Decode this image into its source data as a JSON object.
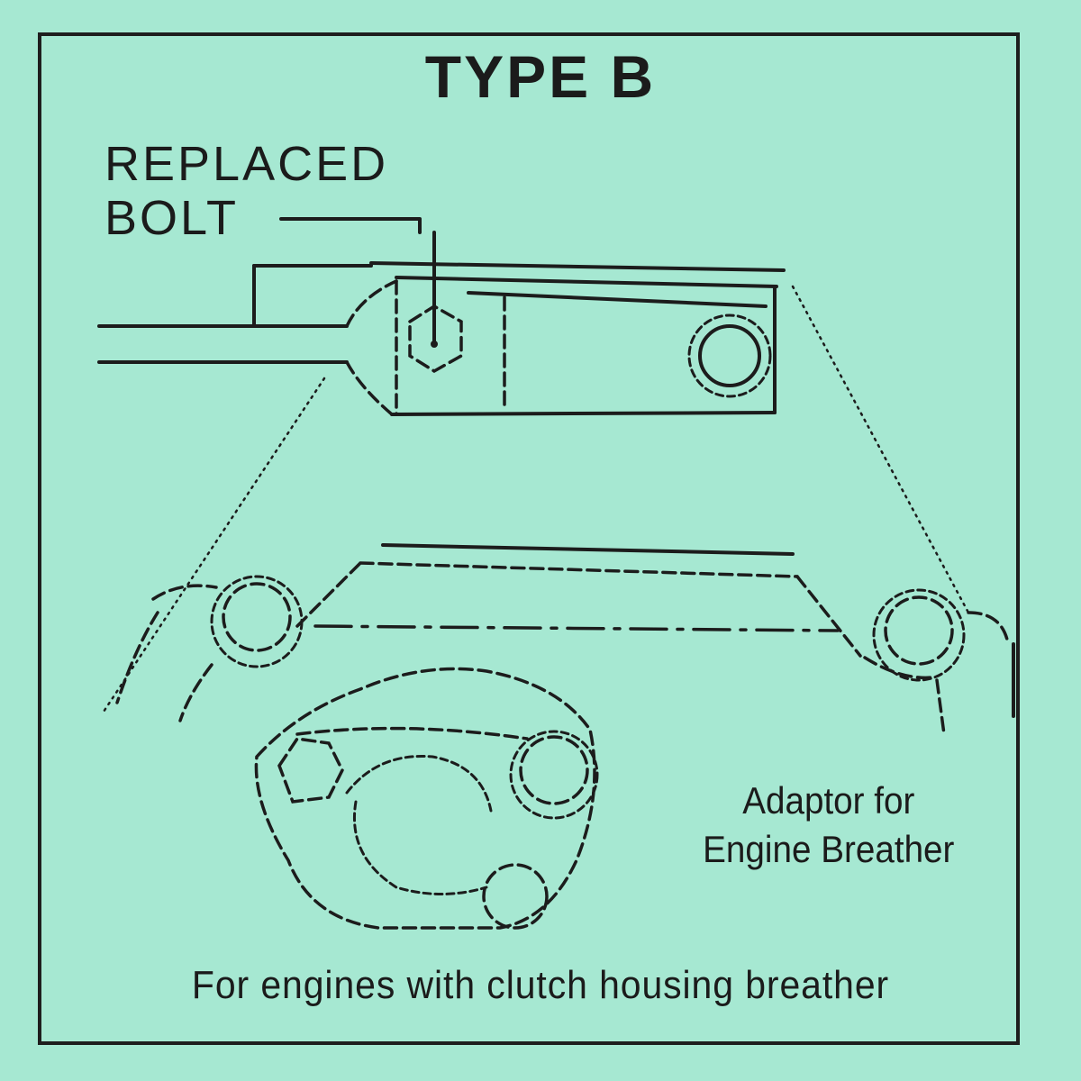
{
  "title": "TYPE B",
  "labels": {
    "replaced_bolt_line1": "REPLACED",
    "replaced_bolt_line2": "BOLT",
    "adaptor_line1": "Adaptor for",
    "adaptor_line2": "Engine Breather"
  },
  "caption": "For engines with clutch housing breather",
  "colors": {
    "background": "#a6e8d2",
    "ink": "#1c1c1c"
  }
}
